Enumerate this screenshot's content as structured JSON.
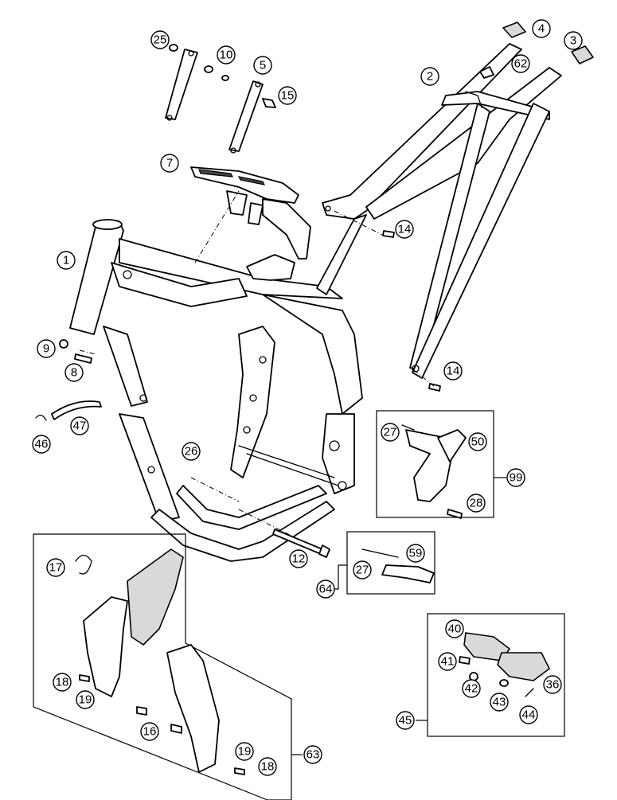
{
  "callouts": {
    "c1": "1",
    "c2": "2",
    "c3": "3",
    "c4": "4",
    "c5": "5",
    "c7": "7",
    "c8": "8",
    "c9": "9",
    "c10": "10",
    "c12": "12",
    "c14a": "14",
    "c14b": "14",
    "c15": "15",
    "c16": "16",
    "c17": "17",
    "c18a": "18",
    "c18b": "18",
    "c19a": "19",
    "c19b": "19",
    "c25": "25",
    "c26": "26",
    "c27a": "27",
    "c27b": "27",
    "c28": "28",
    "c36": "36",
    "c40": "40",
    "c41": "41",
    "c42": "42",
    "c43": "43",
    "c44": "44",
    "c45": "45",
    "c46": "46",
    "c47": "47",
    "c50": "50",
    "c59": "59",
    "c62": "62",
    "c63": "63",
    "c64": "64",
    "c99": "99"
  }
}
